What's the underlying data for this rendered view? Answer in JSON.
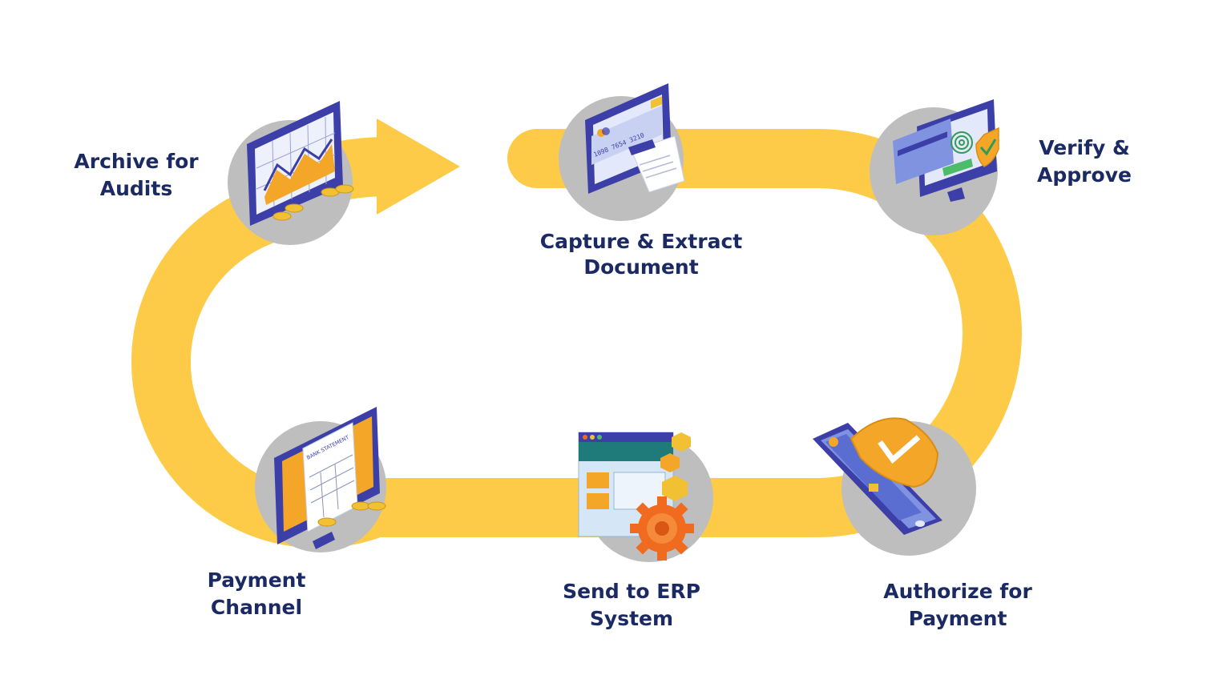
{
  "colors": {
    "track": "#fdcb47",
    "circle": "#bebebe",
    "monitor": "#3c3fa8",
    "screen": "#e3e8fb",
    "text": "#1b2a63",
    "accent_orange": "#f4a629",
    "gear": "#f06b20",
    "coin": "#f1c033"
  },
  "steps": [
    {
      "id": "capture",
      "line1": "Capture & Extract",
      "line2": "Document",
      "icon": "invoice-scan-icon"
    },
    {
      "id": "verify",
      "line1": "Verify &",
      "line2": "Approve",
      "icon": "fingerprint-verify-icon"
    },
    {
      "id": "authorize",
      "line1": "Authorize for",
      "line2": "Payment",
      "icon": "secure-mobile-payment-icon"
    },
    {
      "id": "erp",
      "line1": "Send to ERP",
      "line2": "System",
      "icon": "erp-gear-icon"
    },
    {
      "id": "payment",
      "line1": "Payment",
      "line2": "Channel",
      "icon": "bank-statement-icon"
    },
    {
      "id": "archive",
      "line1": "Archive for",
      "line2": "Audits",
      "icon": "chart-archive-icon"
    }
  ],
  "illustration_text": {
    "card_number": "1098 7654 3210",
    "bank_statement": "BANK STATEMENT"
  }
}
